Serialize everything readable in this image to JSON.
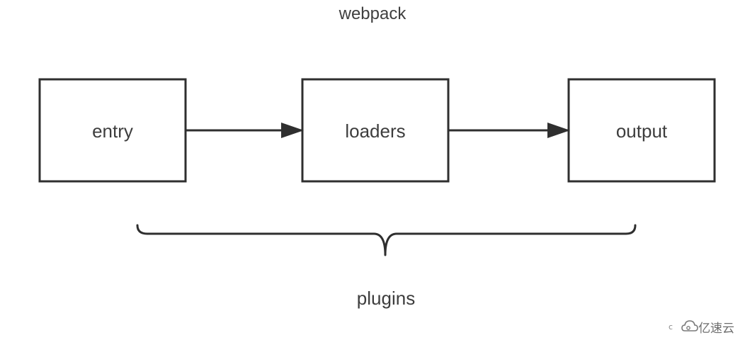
{
  "diagram": {
    "title": "webpack",
    "nodes": [
      {
        "id": "entry",
        "label": "entry"
      },
      {
        "id": "loaders",
        "label": "loaders"
      },
      {
        "id": "output",
        "label": "output"
      }
    ],
    "edges": [
      {
        "from": "entry",
        "to": "loaders"
      },
      {
        "from": "loaders",
        "to": "output"
      }
    ],
    "brace_label": "plugins"
  },
  "watermark": {
    "prefix": "c",
    "text": "亿速云"
  },
  "colors": {
    "stroke": "#2f2f2f",
    "text": "#3d3d3d"
  }
}
